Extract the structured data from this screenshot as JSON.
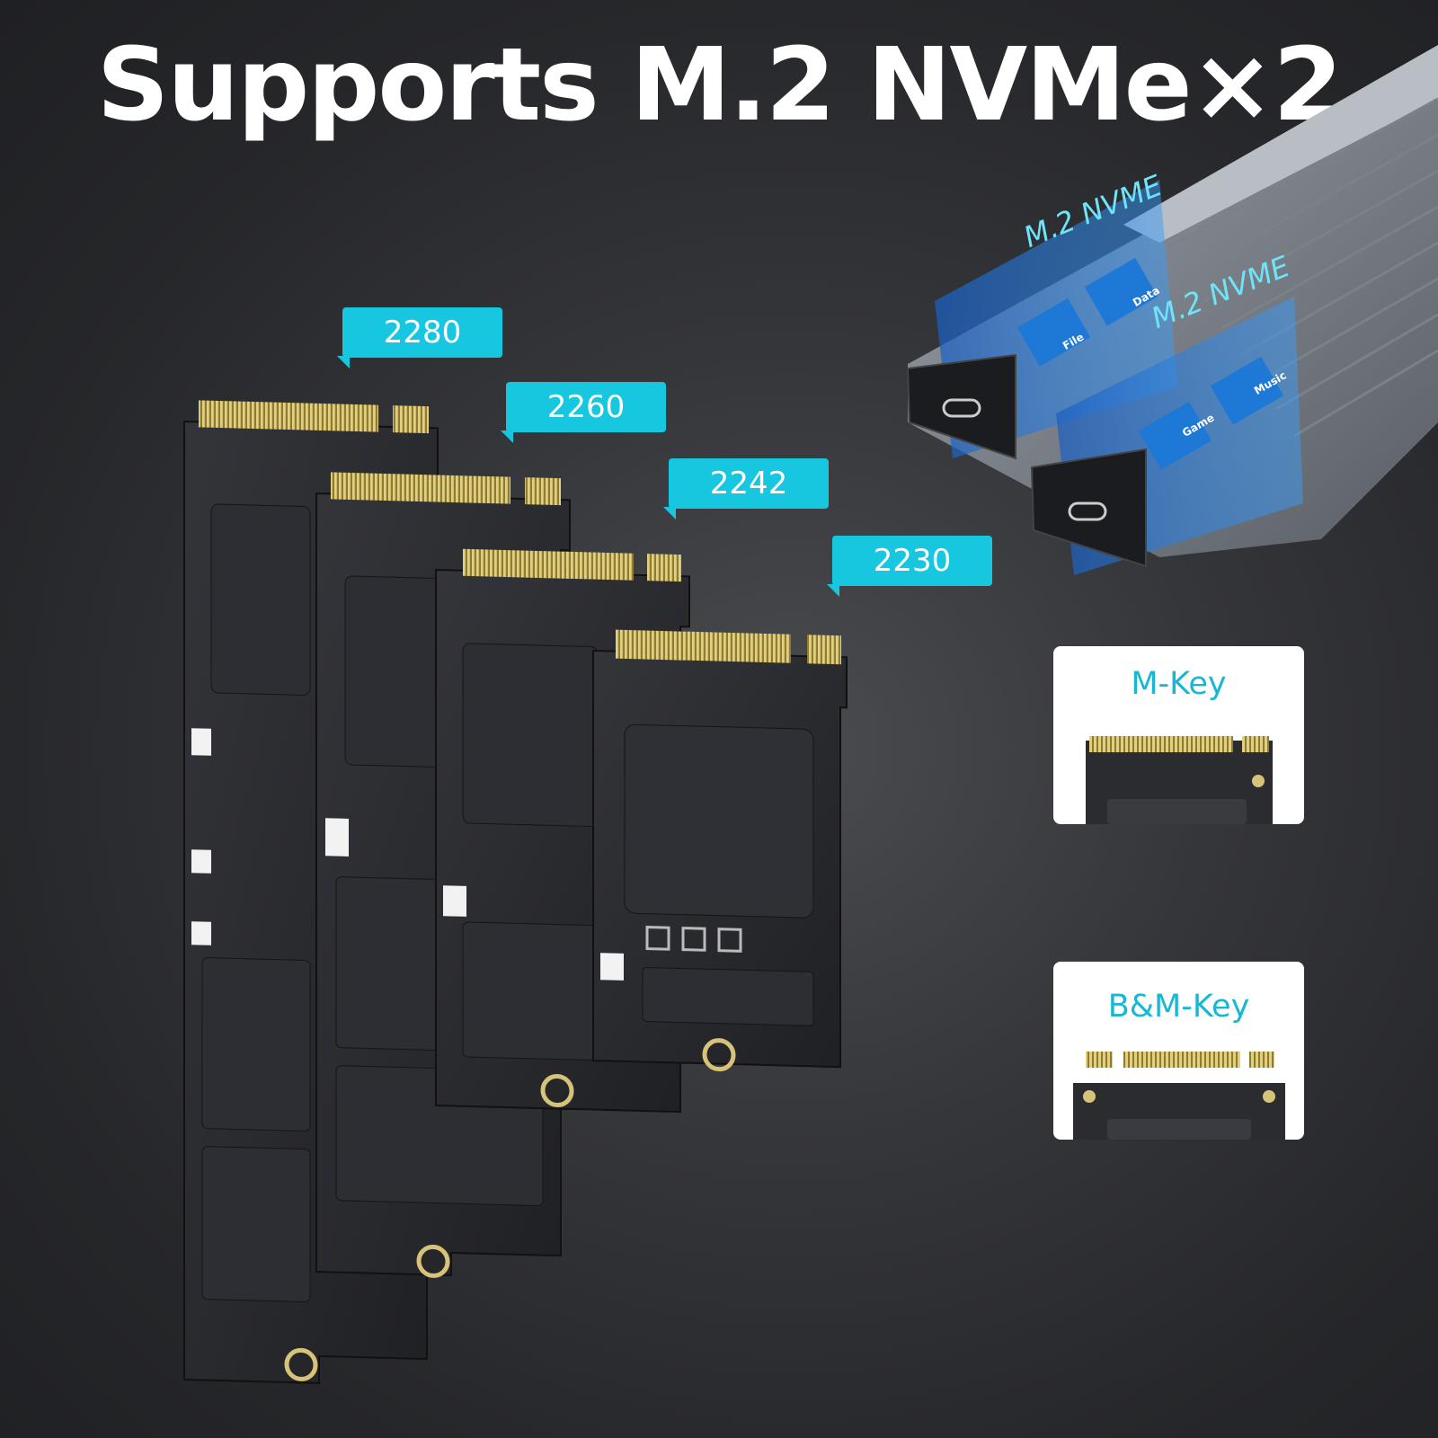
{
  "headline": "Supports M.2 NVMe×2",
  "sizes": [
    "2280",
    "2260",
    "2242",
    "2230"
  ],
  "enclosure": {
    "slot_label_1": "M.2 NVME",
    "slot_label_2": "M.2 NVME",
    "apps": [
      "File",
      "Data",
      "Game",
      "Music"
    ]
  },
  "keys": {
    "m_key": "M-Key",
    "bm_key": "B&M-Key"
  },
  "colors": {
    "accent": "#17c7e0",
    "pcb": "#2a2b2f",
    "gold": "#d8c36a",
    "enclosure_blue": "#1e78d6"
  }
}
